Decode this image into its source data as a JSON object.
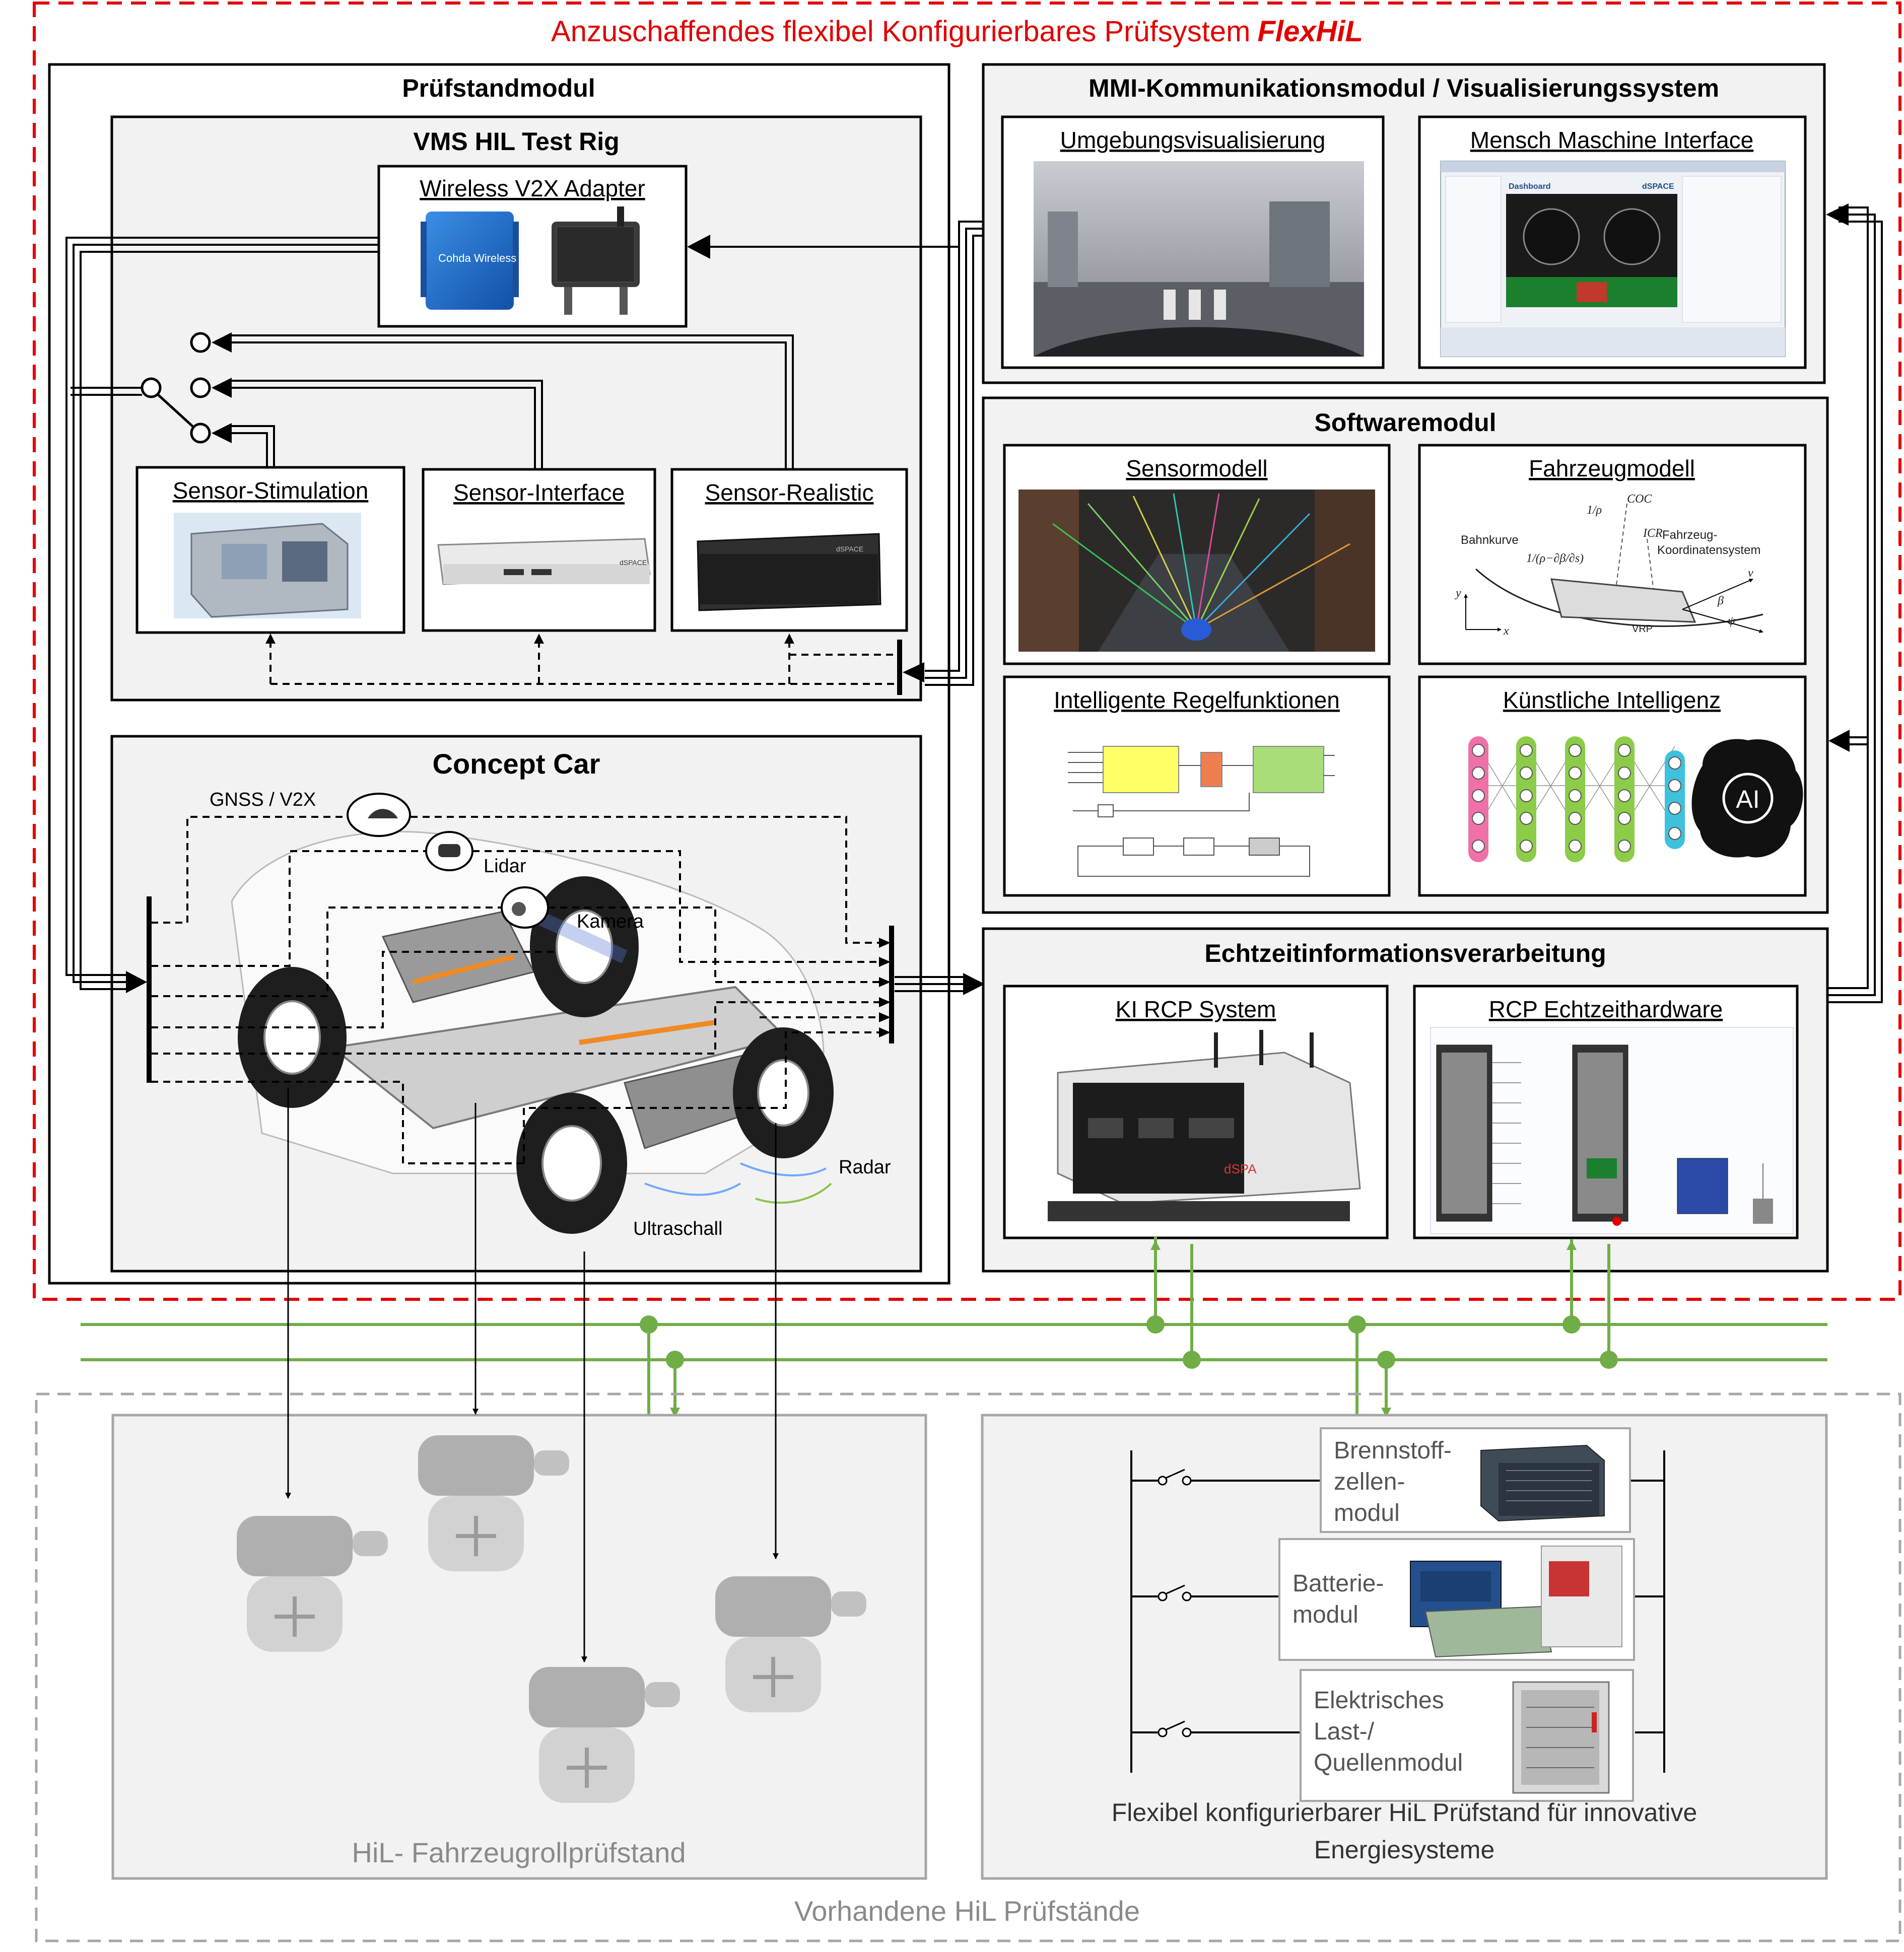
{
  "header": {
    "title_prefix": "Anzuschaffendes flexibel Konfigurierbares Prüfsystem",
    "title_brand": "FlexHiL"
  },
  "pruefstandmodul": {
    "title": "Prüfstandmodul",
    "vms": {
      "title": "VMS HIL Test Rig",
      "v2x_adapter": "Wireless V2X Adapter",
      "v2x_brand": "Cohda Wireless",
      "sensor_stimulation": "Sensor-Stimulation",
      "sensor_interface": "Sensor-Interface",
      "sensor_realistic": "Sensor-Realistic",
      "device_brand": "dSPACE"
    },
    "concept_car": {
      "title": "Concept Car",
      "gnss": "GNSS / V2X",
      "lidar": "Lidar",
      "kamera": "Kamera",
      "radar": "Radar",
      "ultraschall": "Ultraschall"
    }
  },
  "mmi": {
    "title": "MMI-Kommunikationsmodul  / Visualisierungssystem",
    "umgebung": "Umgebungsvisualisierung",
    "hmi": "Mensch Maschine Interface",
    "hmi_dashboard": "Dashboard",
    "hmi_brand": "dSPACE"
  },
  "software": {
    "title": "Softwaremodul",
    "sensormodell": "Sensormodell",
    "fahrzeugmodell": "Fahrzeugmodell",
    "regel": "Intelligente Regelfunktionen",
    "ki": "Künstliche Intelligenz",
    "ki_badge": "AI",
    "fahrzeug_labels": {
      "coc": "COC",
      "icr": "ICR",
      "bahnkurve": "Bahnkurve",
      "koord": "Fahrzeug-",
      "koord2": "Koordinatensystem",
      "vrp": "VRP",
      "inv_rho": "1/ρ",
      "inv_rho_expr": "1/(ρ−∂β/∂s)",
      "axis_x": "x",
      "axis_y": "y",
      "beta": "β",
      "psi": "ψ",
      "v": "v"
    }
  },
  "echtzeit": {
    "title": "Echtzeitinformationsverarbeitung",
    "ki_rcp": "KI  RCP System",
    "rcp_hw": "RCP Echtzeithardware",
    "device_label": "dSPA"
  },
  "existing": {
    "title": "Vorhandene HiL Prüfstände",
    "rollpruefstand": "HiL- Fahrzeugrollprüfstand",
    "energie_line1": "Flexibel konfigurierbarer HiL Prüfstand für innovative",
    "energie_line2": "Energiesysteme",
    "brennstoff": [
      "Brennstoff-",
      "zellen-",
      "modul"
    ],
    "batterie": [
      "Batterie-",
      "modul"
    ],
    "elektrisch": [
      "Elektrisches",
      "Last-/",
      "Quellenmodul"
    ]
  },
  "colors": {
    "red": "#e00000",
    "green": "#70ad47",
    "gray_panel": "#f2f2f2",
    "gray_border": "#a6a6a6"
  }
}
